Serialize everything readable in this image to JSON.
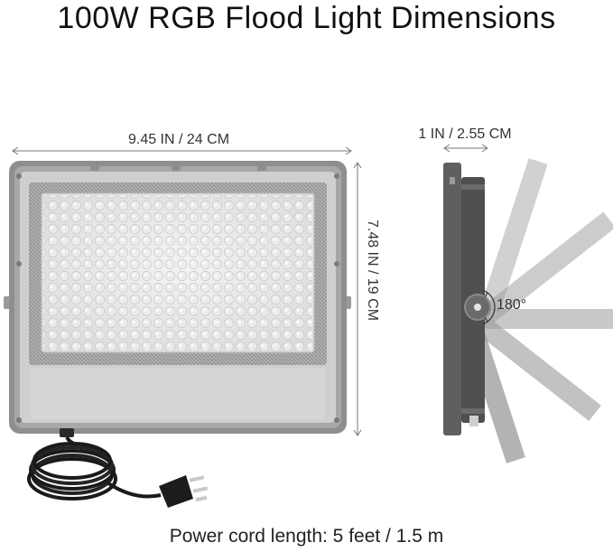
{
  "title": "100W RGB Flood Light Dimensions",
  "dimensions": {
    "width": "9.45 IN / 24 CM",
    "height": "7.48 IN / 19 CM",
    "depth": "1 IN / 2.55 CM",
    "rotation": "180°"
  },
  "caption": "Power cord length: 5 feet / 1.5 m",
  "colors": {
    "housing": "#8c8c8c",
    "housing_dark": "#5f5f5f",
    "lens": "#e9e9e9",
    "cord": "#1a1a1a",
    "bracket": "#6f6f6f"
  }
}
